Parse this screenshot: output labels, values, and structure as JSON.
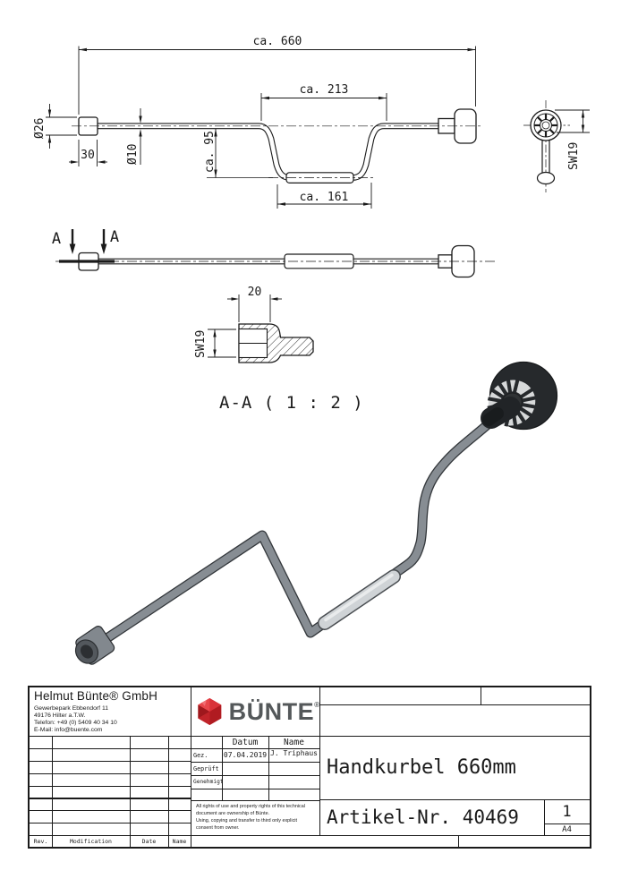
{
  "page": {
    "background": "#ffffff",
    "line_color": "#1a1a1a"
  },
  "colors": {
    "logo_red": "#cd2027",
    "logo_red_dark": "#9e181d",
    "logo_red_light": "#e8464b",
    "logo_gray": "#54585a",
    "tube_gray": "#878d93",
    "grip_gray": "#cfd3d6",
    "knob_black": "#26292c"
  },
  "views": {
    "front": {
      "dims": {
        "overall": "ca. 660",
        "span": "ca. 213",
        "offset": "ca. 95",
        "grip": "ca. 161",
        "knob_diameter": "Ø26",
        "knob_length": "30",
        "shaft_diameter": "Ø10"
      }
    },
    "top": {
      "mark_left": "A",
      "mark_right": "A"
    },
    "side": {
      "wrench": "SW19"
    },
    "section": {
      "label": "A-A ( 1 : 2 )",
      "depth": "20",
      "wrench": "SW19"
    }
  },
  "title_block": {
    "company": {
      "name": "Helmut Bünte® GmbH",
      "address1": "Gewerbepark Ebbendorf 11",
      "address2": "49176 Hilter a.T.W.",
      "phone": "Telefon: +49 (0) 5409 40 34 10",
      "email": "E-Mail: info@buente.com"
    },
    "logo": {
      "text": "BÜNTE",
      "registered": "®"
    },
    "approval": {
      "col_date": "Datum",
      "col_name": "Name",
      "rows": [
        {
          "label": "Gez.",
          "date": "07.04.2019",
          "name": "J. Triphaus"
        },
        {
          "label": "Geprüft",
          "date": "",
          "name": ""
        },
        {
          "label": "Genehmigt",
          "date": "",
          "name": ""
        }
      ]
    },
    "legal": "All rights of use and property rights of this technical\ndocument are ownership of Bünte.\nUsing, copying and transfer to third only explicit\nconsent from owner.",
    "title": "Handkurbel 660mm",
    "article": "Artikel-Nr. 40469",
    "sheet": "1",
    "format": "A4",
    "revision_header": {
      "rev": "Rev.",
      "modification": "Modification",
      "date": "Date",
      "name": "Name"
    }
  }
}
